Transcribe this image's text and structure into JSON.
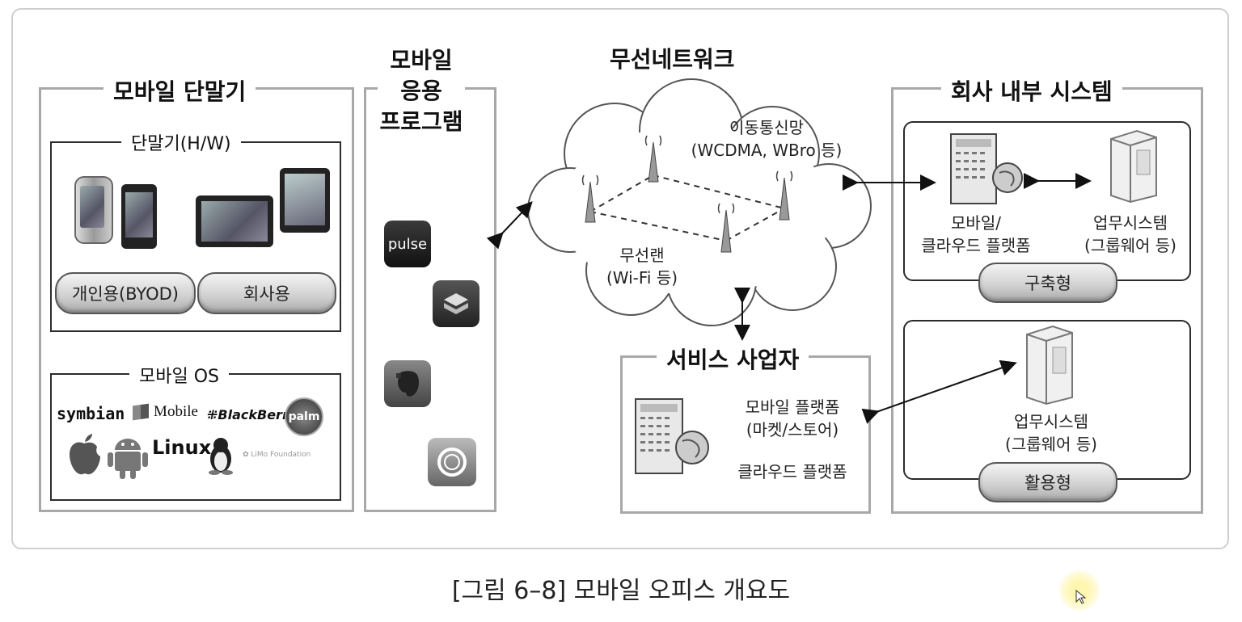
{
  "caption": "[그림 6–8]  모바일 오피스 개요도",
  "mobile_device": {
    "title": "모바일 단말기",
    "hw_title": "단말기(H/W)",
    "byod_label": "개인용(BYOD)",
    "company_label": "회사용",
    "os_title": "모바일 OS",
    "os_logos": [
      "symbian",
      "Mobile",
      "BlackBerry",
      "palm",
      "Linux",
      "LiMo Foundation"
    ]
  },
  "mobile_app": {
    "title_lines": [
      "모바일",
      "응용",
      "프로그램"
    ],
    "apps": [
      "pulse"
    ]
  },
  "wireless_network": {
    "title": "무선네트워크",
    "cellular_line1": "이동통신망",
    "cellular_line2": "(WCDMA, WBro 등)",
    "wlan_line1": "무선랜",
    "wlan_line2": "(Wi-Fi 등)"
  },
  "service_provider": {
    "title": "서비스 사업자",
    "platform_line1": "모바일 플랫폼",
    "platform_line2": "(마켓/스토어)",
    "cloud_platform": "클라우드 플랫폼"
  },
  "company_internal": {
    "title": "회사 내부 시스템",
    "built_server_line1": "모바일/",
    "built_server_line2": "클라우드 플랫폼",
    "built_work_line1": "업무시스템",
    "built_work_line2": "(그룹웨어 등)",
    "built_type": "구축형",
    "used_work_line1": "업무시스템",
    "used_work_line2": "(그룹웨어 등)",
    "used_type": "활용형"
  },
  "colors": {
    "panel_border": "#a8a8a8",
    "inner_border": "#2b2b2b",
    "pill_dark": "#a9a9a9",
    "cursor_highlight": "#fff6b0"
  }
}
